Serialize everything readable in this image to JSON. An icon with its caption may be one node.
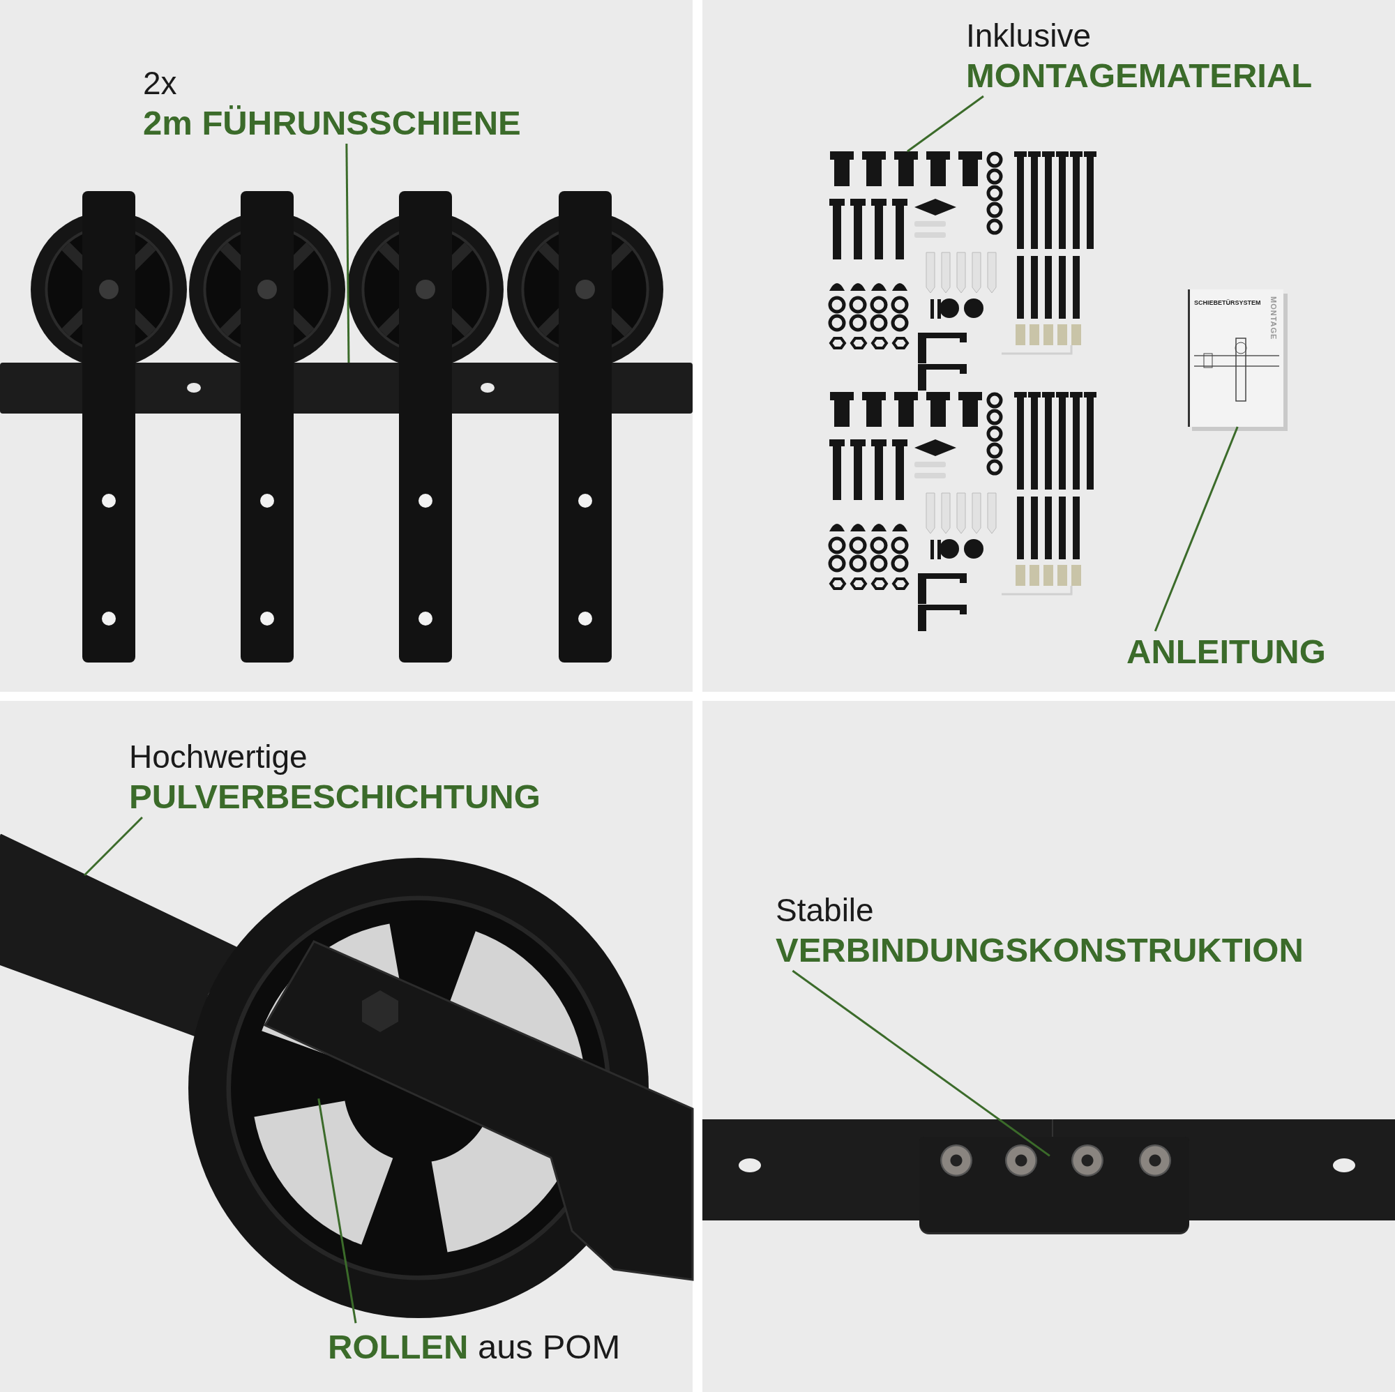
{
  "diagram": {
    "nodes": [
      {
        "text": [
          "2x",
          "2m FÜHRUNSSCHIENE"
        ]
      },
      {
        "text": [],
        "shape": "bar"
      },
      {
        "text": [
          "Inklusive",
          "MONTAGEMATERIAL"
        ]
      },
      {
        "text": [],
        "shape": "picture"
      },
      {
        "text": [],
        "shape": "picture"
      },
      {
        "text": [
          "ANLEITUNG"
        ]
      },
      {
        "text": [
          "Hochwertige",
          "PULVERBESCHICHTUNG"
        ]
      },
      {
        "text": [],
        "shape": "bar"
      },
      {
        "text": [],
        "shape": "picture"
      },
      {
        "text": [
          "**ROLLEN** aus POM"
        ]
      },
      {
        "text": [
          "Stabile",
          "VERBINDUNGSKONSTRUKTION"
        ]
      },
      {
        "text": [],
        "shape": "picture"
      }
    ],
    "edges": [
      {
        "from": 0,
        "to": 1,
        "arrow": "none"
      },
      {
        "from": 2,
        "to": 3,
        "arrow": "none"
      },
      {
        "from": 5,
        "to": 4,
        "arrow": "none"
      },
      {
        "from": 6,
        "to": 7,
        "arrow": "none"
      },
      {
        "from": 9,
        "to": 8,
        "arrow": "none"
      },
      {
        "from": 10,
        "to": 11,
        "arrow": "none"
      }
    ],
    "labels": [
      "SCHIEBETÜRSYSTEM",
      "MONTAGE"
    ]
  }
}
